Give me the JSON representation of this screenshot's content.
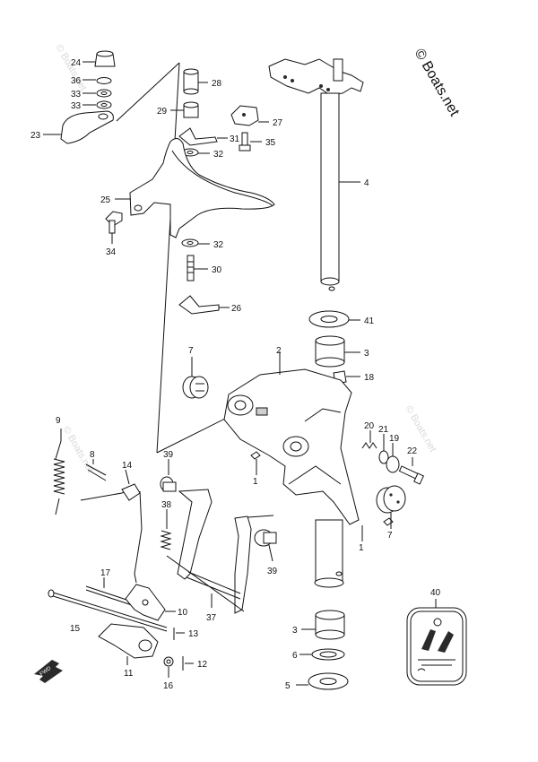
{
  "watermark": "© Boats.net",
  "faint_watermark": "© Boats.net",
  "fwd_label": "FWD",
  "callouts": {
    "c24": "24",
    "c36": "36",
    "c33a": "33",
    "c33b": "33",
    "c23": "23",
    "c28": "28",
    "c29": "29",
    "c27": "27",
    "c31": "31",
    "c35": "35",
    "c32a": "32",
    "c25": "25",
    "c34": "34",
    "c32b": "32",
    "c30": "30",
    "c26": "26",
    "c4": "4",
    "c41": "41",
    "c3a": "3",
    "c18": "18",
    "c7a": "7",
    "c2": "2",
    "c20": "20",
    "c21": "21",
    "c19": "19",
    "c22": "22",
    "c9": "9",
    "c8": "8",
    "c14": "14",
    "c39a": "39",
    "c1a": "1",
    "c38": "38",
    "c7b": "7",
    "c1b": "1",
    "c39b": "39",
    "c17": "17",
    "c10": "10",
    "c15": "15",
    "c37": "37",
    "c13": "13",
    "c11": "11",
    "c12": "12",
    "c16": "16",
    "c40": "40",
    "c3b": "3",
    "c6": "6",
    "c5": "5"
  }
}
